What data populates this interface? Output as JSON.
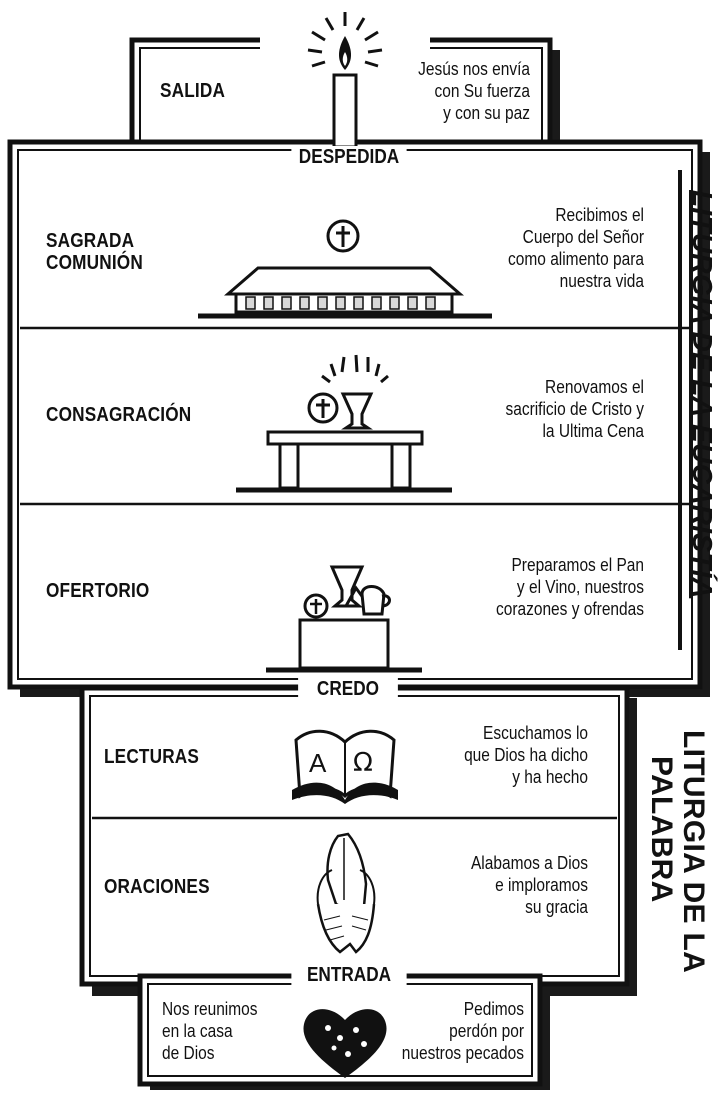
{
  "top_caption": "",
  "salida": {
    "title": "SALIDA",
    "desc": "Jesús nos envía\ncon Su fuerza\ny con su paz"
  },
  "despedida": {
    "label": "DESPEDIDA"
  },
  "liturgia_eucaristia": {
    "title": "LITURGIA DE LA EUCARISTÍA",
    "comunion": {
      "title": "SAGRADA\nCOMUNIÓN",
      "desc": "Recibimos el\nCuerpo del Señor\ncomo alimento para\nnuestra vida"
    },
    "consagracion": {
      "title": "CONSAGRACIÓN",
      "desc": "Renovamos el\nsacrificio de Cristo y\nla Ultima Cena"
    },
    "ofertorio": {
      "title": "OFERTORIO",
      "desc": "Preparamos el Pan\ny el Vino, nuestros\ncorazones y ofrendas"
    }
  },
  "credo": {
    "label": "CREDO"
  },
  "liturgia_palabra": {
    "title_line1": "LITURGIA DE LA",
    "title_line2": "PALABRA",
    "lecturas": {
      "title": "LECTURAS",
      "desc": "Escuchamos lo\nque Dios ha dicho\ny ha hecho"
    },
    "oraciones": {
      "title": "ORACIONES",
      "desc": "Alabamos a Dios\ne imploramos\nsu gracia"
    }
  },
  "entrada": {
    "label": "ENTRADA",
    "desc_left": "Nos reunimos\nen la casa\nde Dios",
    "desc_right": "Pedimos\nperdón por\nnuestros pecados"
  },
  "icons": {
    "alpha": "A",
    "omega": "Ω"
  },
  "colors": {
    "ink": "#111111",
    "shadow": "#1a1a1a",
    "paper": "#ffffff",
    "light": "#d8d8d8"
  }
}
